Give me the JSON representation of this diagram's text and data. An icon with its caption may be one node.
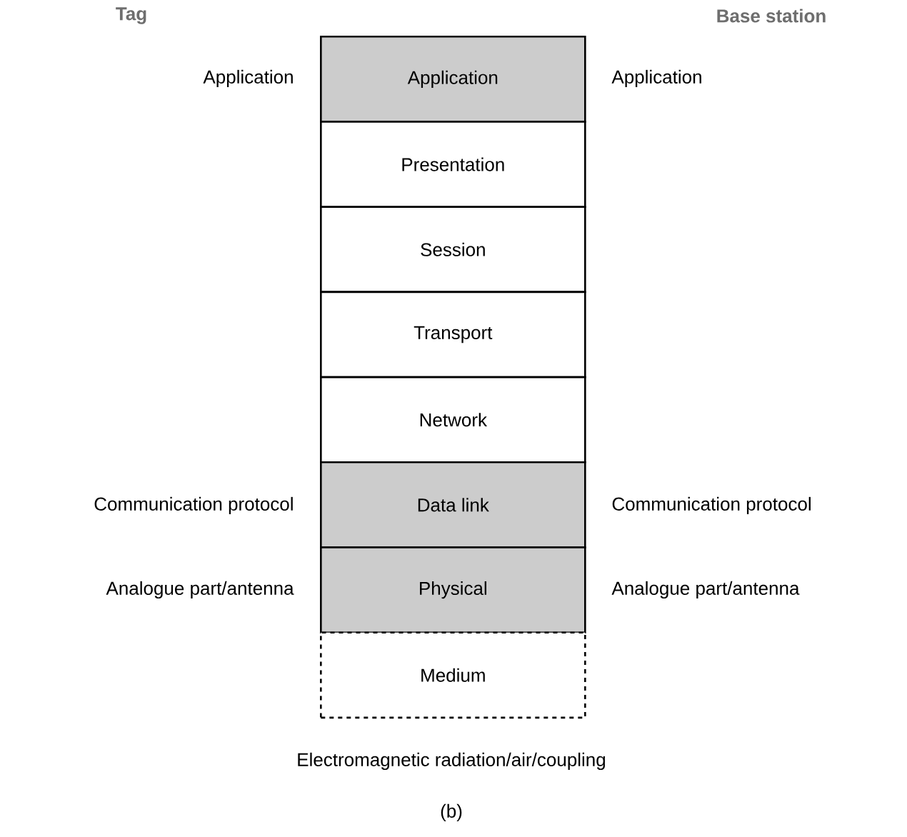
{
  "diagram": {
    "caption": "(b)",
    "nodes": [
      {
        "text": [
          "Application"
        ]
      },
      {
        "text": [
          "Presentation"
        ]
      },
      {
        "text": [
          "Session"
        ]
      },
      {
        "text": [
          "Transport"
        ]
      },
      {
        "text": [
          "Network"
        ]
      },
      {
        "text": [
          "Data link"
        ]
      },
      {
        "text": [
          "Physical"
        ]
      },
      {
        "text": [
          "Medium"
        ]
      }
    ],
    "labels": [
      "Tag",
      "Base station",
      "Application",
      "Application",
      "Communication protocol",
      "Communication protocol",
      "Analogue part/antenna",
      "Analogue part/antenna",
      "Electromagnetic radiation/air/coupling"
    ]
  }
}
